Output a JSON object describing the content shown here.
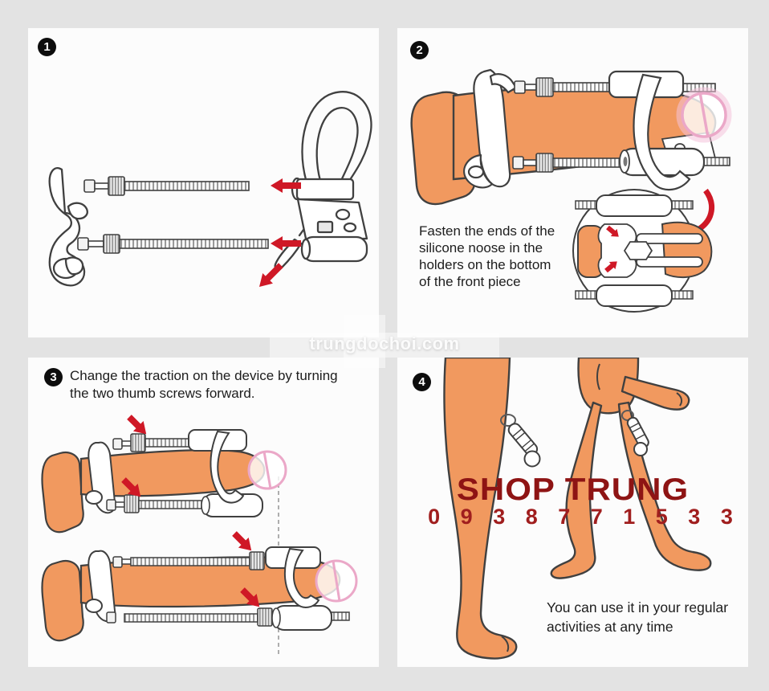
{
  "watermark": "trungdochoi.com",
  "panel1": {
    "number": "1"
  },
  "panel2": {
    "number": "2",
    "caption_lines": [
      "Fasten the ends of the",
      "silicone noose in the",
      "holders on the bottom",
      "of the front piece"
    ]
  },
  "panel3": {
    "number": "3",
    "caption_line1": "Change the traction on the device by turning",
    "caption_line2": "the two thumb screws forward."
  },
  "panel4": {
    "number": "4",
    "shop_name": "SHOP TRUNG",
    "phone": "0 9 3 8 7 7 1 5 3 3",
    "caption_lines": [
      "You can use it in your regular",
      "activities at any time"
    ]
  },
  "colors": {
    "background": "#e3e3e3",
    "panel": "#fcfcfc",
    "skin": "#F1995F",
    "outline": "#404040",
    "arrow_red": "#cf1826",
    "shop_red": "#8e1414",
    "phone_red": "#a01e1e",
    "censor_pink": "#eba8c8"
  }
}
